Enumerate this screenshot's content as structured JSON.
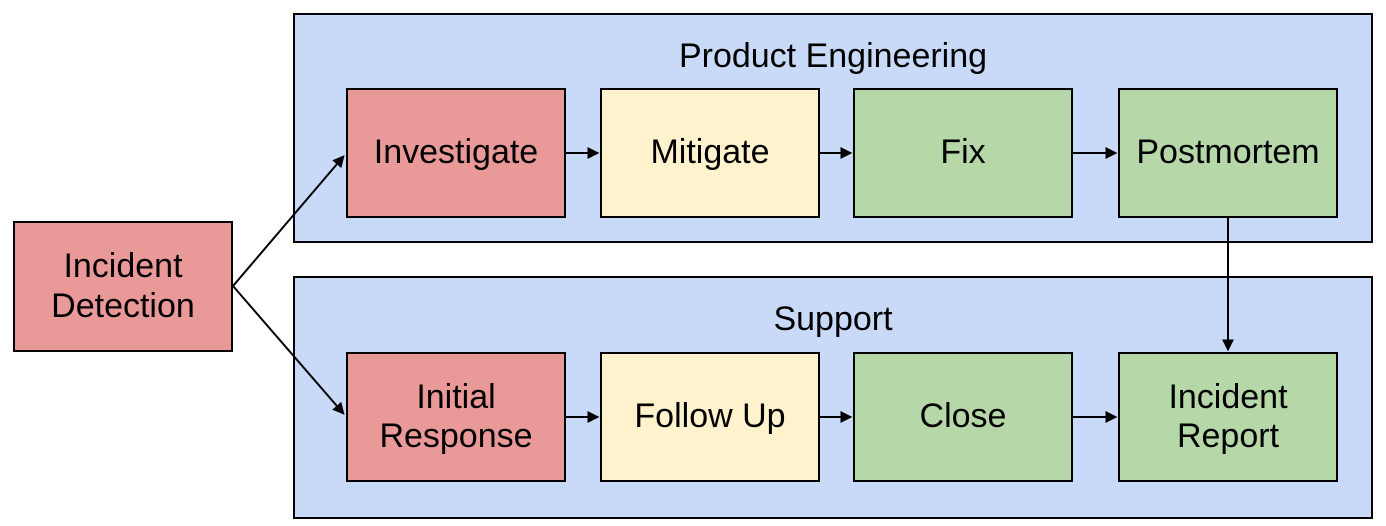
{
  "colors": {
    "node_red": "#ea9999",
    "node_yellow": "#fff2cc",
    "node_green": "#b6d7a8",
    "lane_blue": "#c9daf8",
    "outline": "#000000",
    "arrow": "#000000",
    "text": "#000000",
    "background": "#ffffff"
  },
  "diagram": {
    "start_node": {
      "id": "incident-detection",
      "label": "Incident Detection",
      "fill": "node_red"
    },
    "lanes": [
      {
        "id": "product-engineering",
        "title": "Product Engineering",
        "fill": "lane_blue",
        "steps": [
          {
            "id": "investigate",
            "label": "Investigate",
            "fill": "node_red"
          },
          {
            "id": "mitigate",
            "label": "Mitigate",
            "fill": "node_yellow"
          },
          {
            "id": "fix",
            "label": "Fix",
            "fill": "node_green"
          },
          {
            "id": "postmortem",
            "label": "Postmortem",
            "fill": "node_green"
          }
        ]
      },
      {
        "id": "support",
        "title": "Support",
        "fill": "lane_blue",
        "steps": [
          {
            "id": "initial-response",
            "label": "Initial Response",
            "fill": "node_red"
          },
          {
            "id": "follow-up",
            "label": "Follow Up",
            "fill": "node_yellow"
          },
          {
            "id": "close",
            "label": "Close",
            "fill": "node_green"
          },
          {
            "id": "incident-report",
            "label": "Incident Report",
            "fill": "node_green"
          }
        ]
      }
    ],
    "edges": [
      {
        "from": "incident-detection",
        "to": "investigate"
      },
      {
        "from": "incident-detection",
        "to": "initial-response"
      },
      {
        "from": "investigate",
        "to": "mitigate"
      },
      {
        "from": "mitigate",
        "to": "fix"
      },
      {
        "from": "fix",
        "to": "postmortem"
      },
      {
        "from": "postmortem",
        "to": "incident-report"
      },
      {
        "from": "initial-response",
        "to": "follow-up"
      },
      {
        "from": "follow-up",
        "to": "close"
      },
      {
        "from": "close",
        "to": "incident-report"
      }
    ]
  }
}
